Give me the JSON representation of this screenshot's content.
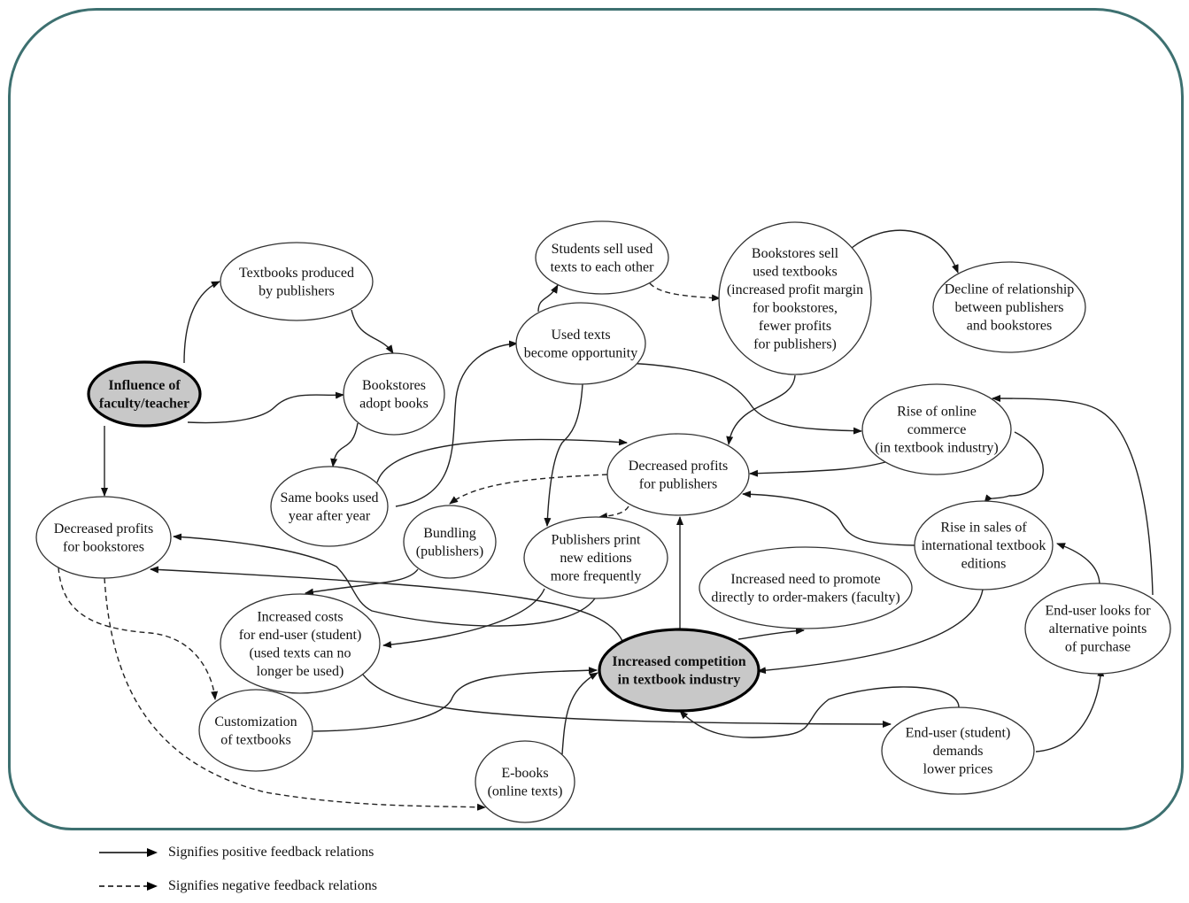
{
  "frame_color": "#3d7070",
  "nodes": {
    "influence": {
      "lines": [
        "Influence of",
        "faculty/teacher"
      ],
      "key": true
    },
    "textbooks_produced": {
      "lines": [
        "Textbooks produced",
        "by publishers"
      ]
    },
    "bookstores_adopt": {
      "lines": [
        "Bookstores",
        "adopt books"
      ]
    },
    "same_books": {
      "lines": [
        "Same books used",
        "year after year"
      ]
    },
    "dec_profits_bookstores": {
      "lines": [
        "Decreased profits",
        "for bookstores"
      ]
    },
    "students_sell": {
      "lines": [
        "Students sell used",
        "texts to each other"
      ]
    },
    "used_texts": {
      "lines": [
        "Used texts",
        "become opportunity"
      ]
    },
    "bookstores_sell": {
      "lines": [
        "Bookstores sell",
        "used textbooks",
        "(increased profit margin",
        "for bookstores,",
        "fewer profits",
        "for publishers)"
      ]
    },
    "decline_relationship": {
      "lines": [
        "Decline of relationship",
        "between publishers",
        "and bookstores"
      ]
    },
    "dec_profits_publishers": {
      "lines": [
        "Decreased profits",
        "for publishers"
      ]
    },
    "rise_online": {
      "lines": [
        "Rise of online",
        "commerce",
        "(in textbook industry)"
      ]
    },
    "bundling": {
      "lines": [
        "Bundling",
        "(publishers)"
      ]
    },
    "new_editions": {
      "lines": [
        "Publishers print",
        "new editions",
        "more frequently"
      ]
    },
    "rise_international": {
      "lines": [
        "Rise in sales of",
        "international textbook",
        "editions"
      ]
    },
    "increased_costs": {
      "lines": [
        "Increased costs",
        "for end-user (student)",
        "(used texts can no",
        "longer be used)"
      ]
    },
    "need_promote": {
      "lines": [
        "Increased need to promote",
        "directly to order-makers (faculty)"
      ]
    },
    "end_user_alt": {
      "lines": [
        "End-user looks for",
        "alternative points",
        "of purchase"
      ]
    },
    "competition": {
      "lines": [
        "Increased competition",
        "in textbook industry"
      ],
      "key": true
    },
    "customization": {
      "lines": [
        "Customization",
        "of textbooks"
      ]
    },
    "ebooks": {
      "lines": [
        "E-books",
        "(online texts)"
      ]
    },
    "end_user_demands": {
      "lines": [
        "End-user (student)",
        "demands",
        "lower prices"
      ]
    }
  },
  "edges": [
    {
      "from": "influence",
      "to": "textbooks_produced",
      "type": "positive"
    },
    {
      "from": "influence",
      "to": "bookstores_adopt",
      "type": "positive"
    },
    {
      "from": "influence",
      "to": "dec_profits_bookstores",
      "type": "positive"
    },
    {
      "from": "textbooks_produced",
      "to": "bookstores_adopt",
      "type": "positive"
    },
    {
      "from": "bookstores_adopt",
      "to": "same_books",
      "type": "positive"
    },
    {
      "from": "same_books",
      "to": "used_texts",
      "type": "positive"
    },
    {
      "from": "same_books",
      "to": "dec_profits_publishers",
      "type": "positive"
    },
    {
      "from": "used_texts",
      "to": "students_sell",
      "type": "positive"
    },
    {
      "from": "students_sell",
      "to": "bookstores_sell",
      "type": "negative"
    },
    {
      "from": "bookstores_sell",
      "to": "decline_relationship",
      "type": "positive"
    },
    {
      "from": "bookstores_sell",
      "to": "dec_profits_publishers",
      "type": "positive"
    },
    {
      "from": "used_texts",
      "to": "rise_online",
      "type": "positive"
    },
    {
      "from": "used_texts",
      "to": "new_editions",
      "type": "positive"
    },
    {
      "from": "rise_online",
      "to": "dec_profits_publishers",
      "type": "positive"
    },
    {
      "from": "rise_online",
      "to": "rise_international",
      "type": "positive"
    },
    {
      "from": "rise_international",
      "to": "dec_profits_publishers",
      "type": "positive"
    },
    {
      "from": "rise_international",
      "to": "competition",
      "type": "positive"
    },
    {
      "from": "dec_profits_publishers",
      "to": "bundling",
      "type": "negative"
    },
    {
      "from": "dec_profits_publishers",
      "to": "new_editions",
      "type": "negative"
    },
    {
      "from": "bundling",
      "to": "increased_costs",
      "type": "positive"
    },
    {
      "from": "new_editions",
      "to": "increased_costs",
      "type": "positive"
    },
    {
      "from": "competition",
      "to": "dec_profits_publishers",
      "type": "positive"
    },
    {
      "from": "competition",
      "to": "dec_profits_bookstores",
      "type": "positive"
    },
    {
      "from": "new_editions",
      "to": "dec_profits_bookstores",
      "type": "positive"
    },
    {
      "from": "competition",
      "to": "need_promote",
      "type": "positive"
    },
    {
      "from": "dec_profits_bookstores",
      "to": "customization",
      "type": "negative"
    },
    {
      "from": "dec_profits_bookstores",
      "to": "ebooks",
      "type": "negative"
    },
    {
      "from": "customization",
      "to": "competition",
      "type": "positive"
    },
    {
      "from": "ebooks",
      "to": "competition",
      "type": "positive"
    },
    {
      "from": "increased_costs",
      "to": "end_user_demands",
      "type": "positive"
    },
    {
      "from": "end_user_demands",
      "to": "competition",
      "type": "positive"
    },
    {
      "from": "end_user_demands",
      "to": "end_user_alt",
      "type": "positive"
    },
    {
      "from": "end_user_alt",
      "to": "rise_international",
      "type": "positive"
    },
    {
      "from": "end_user_alt",
      "to": "rise_online",
      "type": "positive"
    }
  ],
  "legend": {
    "positive": "Signifies positive feedback relations",
    "negative": "Signifies negative feedback relations"
  }
}
